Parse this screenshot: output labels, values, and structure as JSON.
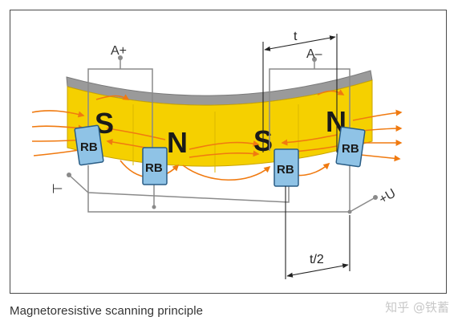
{
  "labels": {
    "a_plus": "A+",
    "a_minus": "A–",
    "pitch": "t",
    "half_pitch": "t/2",
    "ground": "⊥",
    "supply": "+U"
  },
  "poles": [
    "S",
    "N",
    "S",
    "N"
  ],
  "sensors": [
    "RB",
    "RB",
    "RB",
    "RB"
  ],
  "caption": "Magnetoresistive scanning principle",
  "watermark": "知乎 @铁蓄",
  "colors": {
    "magnet_fill": "#f5d000",
    "magnet_dark": "#d9b300",
    "magnet_top": "#9a9a9a",
    "field_lines": "#f07a10",
    "sensor_fill": "#8fc3e6",
    "sensor_stroke": "#2a5d85",
    "wires": "#8a8a8a",
    "dims": "#222222"
  }
}
